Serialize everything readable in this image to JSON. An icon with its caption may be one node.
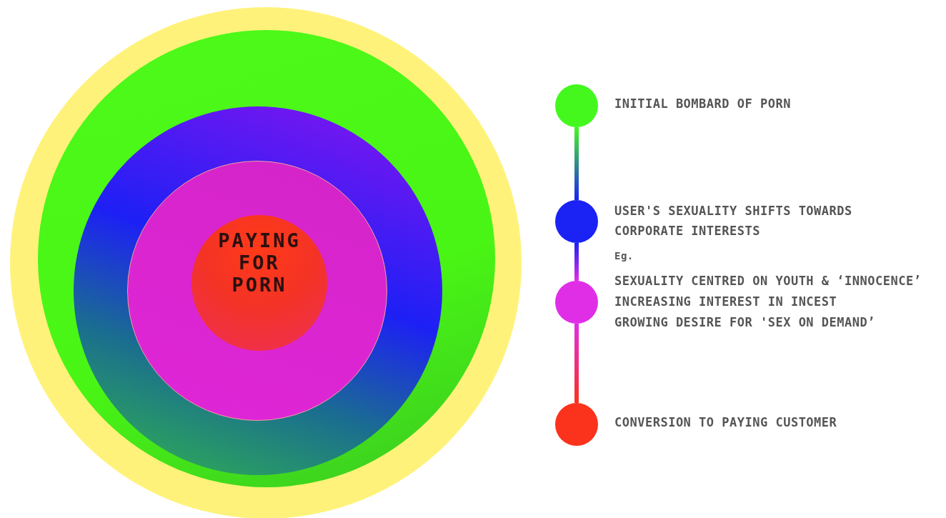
{
  "diagram": {
    "nodes": [
      {
        "text": [],
        "shape": "circle"
      },
      {
        "text": [],
        "shape": "circle",
        "in": 0
      },
      {
        "text": [],
        "shape": "circle",
        "in": 1
      },
      {
        "text": [],
        "shape": "circle",
        "in": 2
      },
      {
        "text": [
          "PAYING FOR PORN"
        ],
        "in": 3
      },
      {
        "text": [],
        "shape": "circle",
        "beside": [
          "INITIAL BOMBARD OF PORN"
        ]
      },
      {
        "text": [],
        "shape": "circle",
        "beside": [
          "USER'S SEXUALITY SHIFTS TOWARDS CORPORATE INTERESTS"
        ]
      },
      {
        "text": [],
        "shape": "circle",
        "beside": [
          "Eg.",
          "SEXUALITY CENTRED ON YOUTH & ‘INNOCENCE’",
          "INCREASING INTEREST IN INCEST",
          "GROWING DESIRE FOR 'SEX ON DEMAND’"
        ]
      },
      {
        "text": [],
        "shape": "circle",
        "beside": [
          "CONVERSION TO PAYING CUSTOMER"
        ]
      }
    ],
    "edges": [
      {
        "from": 5,
        "to": 6,
        "arrow": "none"
      },
      {
        "from": 6,
        "to": 7,
        "arrow": "none"
      },
      {
        "from": 7,
        "to": 8,
        "arrow": "none"
      }
    ]
  }
}
